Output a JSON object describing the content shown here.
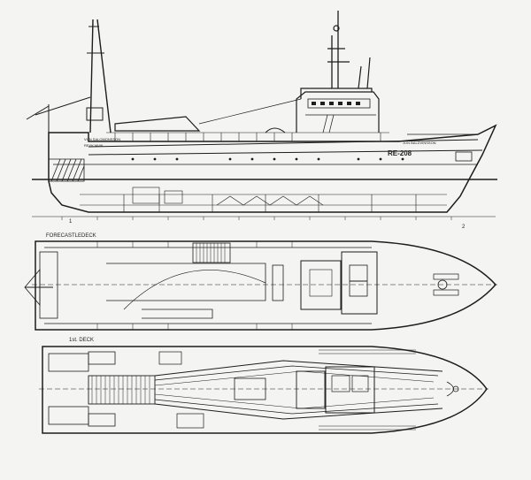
{
  "drawing": {
    "hull_name_stern": "VON SALOMONSSON",
    "hull_name_bow": "JON BALDVINSSON",
    "hull_port_stern": "REYKJAVIK",
    "registration": "RE-208",
    "deck_labels": {
      "forecastle": "FORECASTLEDECK",
      "first": "1st. DECK"
    },
    "station_marks": [
      "1",
      "2"
    ]
  },
  "colors": {
    "ink": "#1d1d1d",
    "paper": "#f4f4f2"
  }
}
